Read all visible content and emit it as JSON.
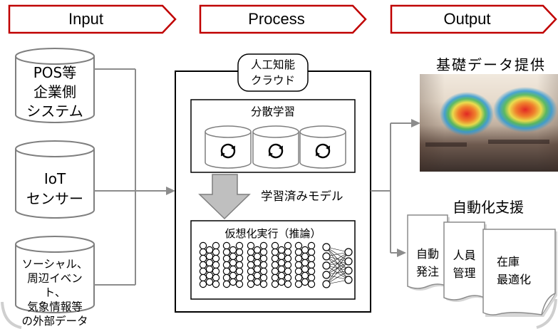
{
  "banners": {
    "input": "Input",
    "process": "Process",
    "output": "Output"
  },
  "inputs": [
    {
      "icon": "database-cylinder",
      "lines": [
        "POS等",
        "企業側",
        "システム"
      ]
    },
    {
      "icon": "database-cylinder",
      "lines": [
        "IoT",
        "センサー"
      ]
    },
    {
      "icon": "database-cylinder",
      "lines": [
        "ソーシャル、",
        "周辺イベン",
        "ト、",
        "気象情報等",
        "の外部データ"
      ]
    }
  ],
  "process": {
    "cloud_label": [
      "人工知能",
      "クラウド"
    ],
    "training_label": "分散学習",
    "training_nodes": [
      {
        "icon": "refresh-icon"
      },
      {
        "icon": "refresh-icon"
      },
      {
        "icon": "refresh-icon"
      }
    ],
    "trained_model_label": "学習済みモデル",
    "inference_label": "仮想化実行（推論）",
    "inference_icon": "neural-network-icon"
  },
  "output": {
    "data_label": "基礎データ提供",
    "data_image": "store-heatmap-photo",
    "automation_label": "自動化支援",
    "tasks": [
      [
        "自動",
        "発注"
      ],
      [
        "人員",
        "管理"
      ],
      [
        "在庫",
        "最適化"
      ]
    ]
  },
  "colors": {
    "banner_border": "#c00000",
    "connector": "#8c8c8c",
    "model_arrow": "#bfbfbf"
  }
}
